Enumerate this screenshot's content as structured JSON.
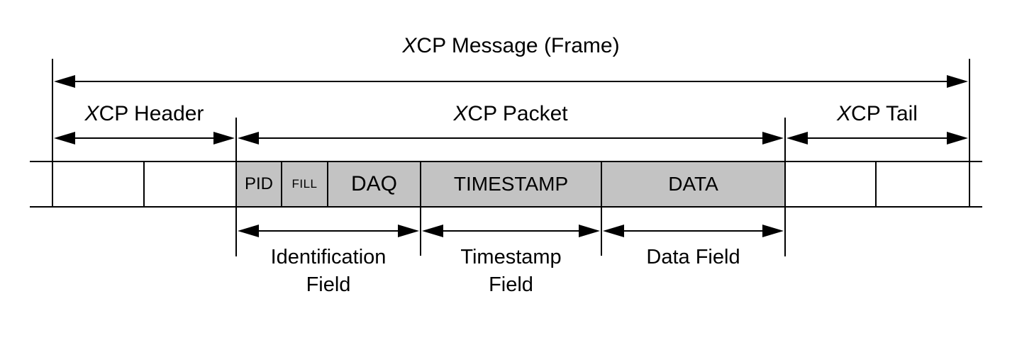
{
  "title": {
    "italic": "X",
    "rest": "CP Message (Frame)"
  },
  "sections": {
    "header": {
      "italic": "X",
      "rest": "CP Header"
    },
    "packet": {
      "italic": "X",
      "rest": "CP Packet"
    },
    "tail": {
      "italic": "X",
      "rest": "CP Tail"
    }
  },
  "cells": {
    "pid": "PID",
    "fill": "FILL",
    "daq": "DAQ",
    "timestamp": "TIMESTAMP",
    "data": "DATA"
  },
  "fields": {
    "identification": {
      "line1": "Identification",
      "line2": "Field"
    },
    "timestamp": {
      "line1": "Timestamp",
      "line2": "Field"
    },
    "data": {
      "line1": "Data Field"
    }
  },
  "colors": {
    "cell_fill": "#c3c3c3",
    "line": "#000000",
    "background": "#ffffff"
  }
}
